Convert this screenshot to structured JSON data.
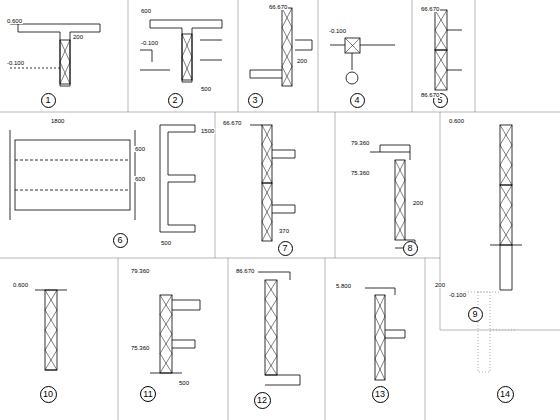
{
  "diagram": {
    "nodes": [
      {
        "text": [
          "1"
        ]
      },
      {
        "text": [
          "2"
        ]
      },
      {
        "text": [
          "3"
        ]
      },
      {
        "text": [
          "4"
        ]
      },
      {
        "text": [
          "5"
        ]
      },
      {
        "text": [
          "6"
        ]
      },
      {
        "text": [
          "7"
        ]
      },
      {
        "text": [
          "8"
        ]
      },
      {
        "text": [
          "9"
        ]
      },
      {
        "text": [
          "10"
        ]
      },
      {
        "text": [
          "11"
        ]
      },
      {
        "text": [
          "12"
        ]
      },
      {
        "text": [
          "13"
        ]
      },
      {
        "text": [
          "14"
        ]
      }
    ],
    "labels": [
      "0.600",
      "-0.100",
      "200",
      "600",
      "500",
      "-0.100",
      "66.670",
      "200",
      "-0.100",
      "66.670",
      "86.670",
      "1800",
      "600",
      "600",
      "500",
      "1500",
      "66.670",
      "370",
      "79.360",
      "75.360",
      "200",
      "0.600",
      "-0.100",
      "79.360",
      "75.360",
      "500",
      "86.670",
      "5.800",
      "0.600",
      "200"
    ]
  }
}
